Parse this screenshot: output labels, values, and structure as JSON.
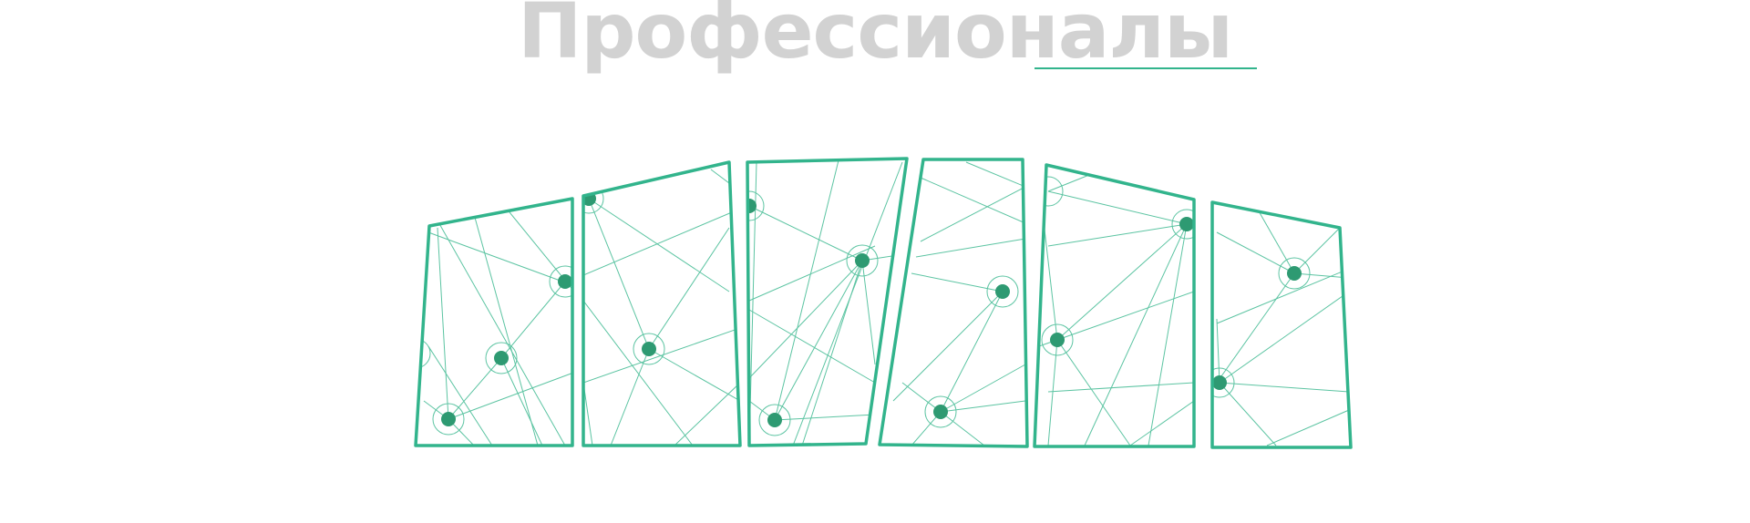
{
  "heading": {
    "title": "Профессионалы"
  },
  "colors": {
    "heading_text": "#d2d2d2",
    "accent": "#32b48c",
    "node_fill": "#2e9a72",
    "thin_line": "#5cc4a2",
    "background": "#ffffff"
  },
  "illustration": {
    "icon": "network-panels-illustration",
    "panel_count": 6
  }
}
